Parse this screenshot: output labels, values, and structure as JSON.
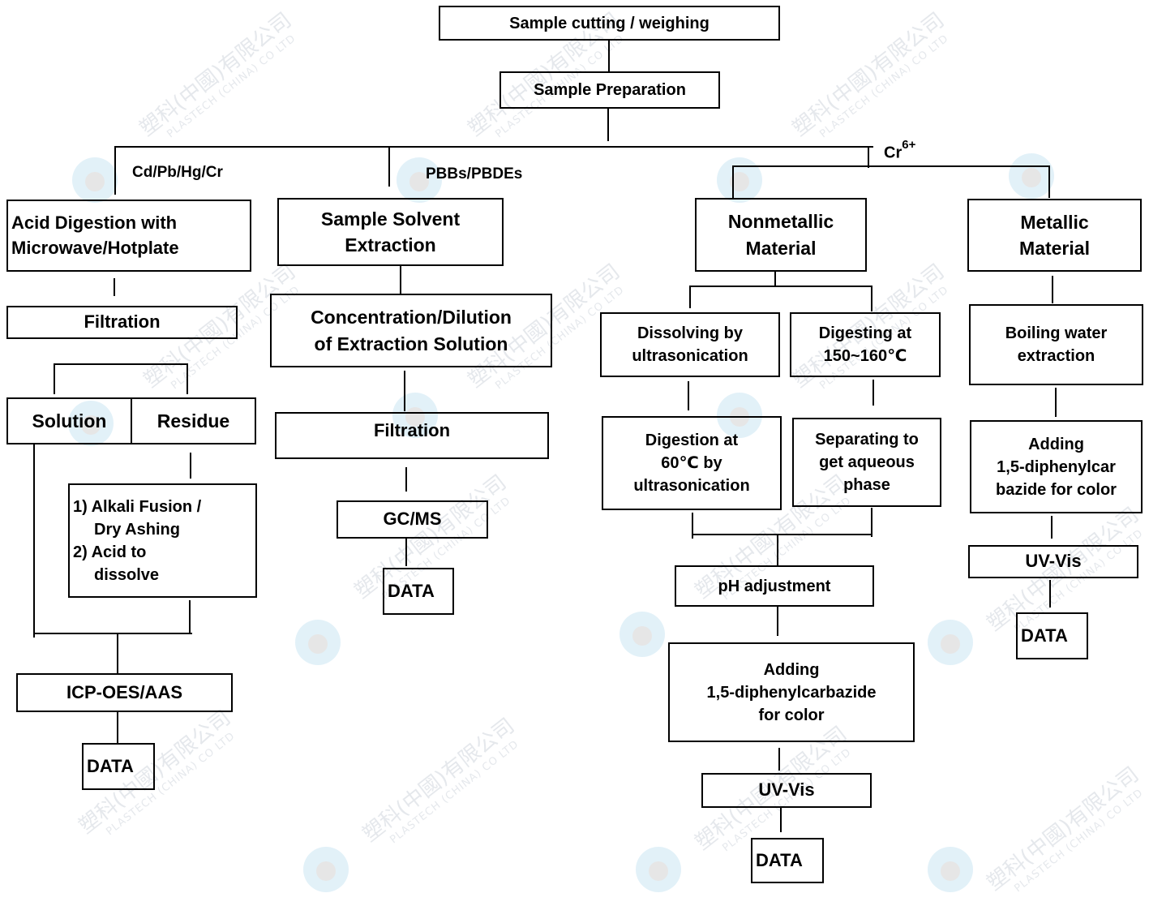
{
  "diagram": {
    "watermark": {
      "text": "塑科(中國)有限公司",
      "subtext": "PLASTECH (CHINA) CO LTD"
    },
    "nodes": {
      "sample_cutting": "Sample cutting / weighing",
      "sample_preparation": "Sample Preparation",
      "acid_digestion": [
        "Acid Digestion with",
        "Microwave/Hotplate"
      ],
      "filtration_left": "Filtration",
      "solution": "Solution",
      "residue": "Residue",
      "alkali_steps": [
        "1) Alkali Fusion /",
        "Dry Ashing",
        "2) Acid to",
        "dissolve"
      ],
      "icp": "ICP-OES/AAS",
      "data_icp": "DATA",
      "solvent_extraction": [
        "Sample Solvent",
        "Extraction"
      ],
      "concentration": [
        "Concentration/Dilution",
        "of Extraction Solution"
      ],
      "filtration_mid": "Filtration",
      "gcms": "GC/MS",
      "data_gcms": "DATA",
      "nonmetallic": [
        "Nonmetallic",
        "Material"
      ],
      "metallic": [
        "Metallic",
        "Material"
      ],
      "dissolving": [
        "Dissolving by",
        "ultrasonication"
      ],
      "digesting": [
        "Digesting at",
        "150~160℃"
      ],
      "digestion_60": [
        "Digestion at",
        "60℃ by",
        "ultrasonication"
      ],
      "separating": [
        "Separating to",
        "get aqueous",
        "phase"
      ],
      "ph_adjustment": "pH adjustment",
      "adding_nonmetal": [
        "Adding",
        "1,5-diphenylcarbazide",
        "for color"
      ],
      "uvvis_nonmetal": "UV-Vis",
      "data_nonmetal": "DATA",
      "boiling_water": [
        "Boiling water",
        "extraction"
      ],
      "adding_metal": [
        "Adding",
        "1,5-diphenylcar",
        "bazide for color"
      ],
      "uvvis_metal": "UV-Vis",
      "data_metal": "DATA"
    },
    "branch_labels": {
      "heavy_metals": "Cd/Pb/Hg/Cr",
      "brominated": "PBBs/PBDEs",
      "chromium": "Cr",
      "chromium_sup": "6+"
    }
  }
}
